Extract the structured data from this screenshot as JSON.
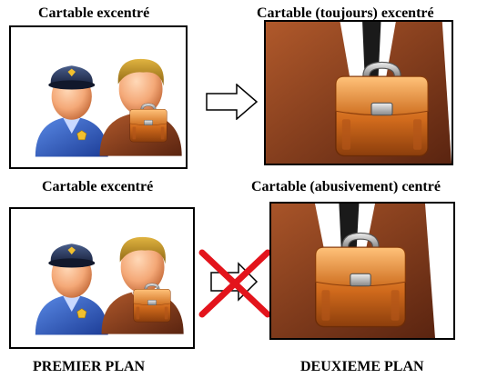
{
  "diagram": {
    "panels": [
      {
        "id": "top-left",
        "caption": "Cartable excentré"
      },
      {
        "id": "top-right",
        "caption": "Cartable (toujours) excentré"
      },
      {
        "id": "bottom-left",
        "caption": "Cartable excentré"
      },
      {
        "id": "bottom-right",
        "caption": "Cartable (abusivement) centré"
      }
    ],
    "footer": {
      "left": "PREMIER PLAN",
      "right": "DEUXIEME PLAN"
    },
    "icons": {
      "police": "police-officer-icon",
      "business": "businessman-icon",
      "briefcase": "briefcase-icon",
      "arrow": "right-arrow-icon",
      "cross": "red-cross-icon"
    },
    "colors": {
      "cross": "#e3141c",
      "briefcase": "#c8621a",
      "suit": "#7a3516",
      "police": "#2a4fae"
    }
  }
}
